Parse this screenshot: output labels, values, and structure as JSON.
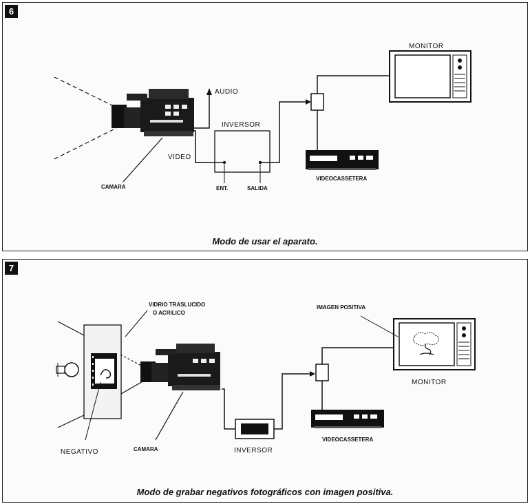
{
  "figure6": {
    "number": "6",
    "caption": "Modo de usar el aparato.",
    "labels": {
      "audio": "AUDIO",
      "monitor": "MONITOR",
      "inversor": "INVERSOR",
      "video": "VIDEO",
      "camara": "CAMARA",
      "ent": "ENT.",
      "salida": "SALIDA",
      "videocassetera": "VIDEOCASSETERA"
    }
  },
  "figure7": {
    "number": "7",
    "caption": "Modo de grabar negativos fotográficos con imagen positiva.",
    "labels": {
      "vidrio_1": "VIDRIO TRASLUCIDO",
      "vidrio_2": "O ACRILICO",
      "imagen_positiva": "IMAGEN POSITIVA",
      "monitor": "MONITOR",
      "negativo": "NEGATIVO",
      "camara": "CAMARA",
      "inversor": "INVERSOR",
      "videocassetera": "VIDEOCASSETERA"
    }
  }
}
